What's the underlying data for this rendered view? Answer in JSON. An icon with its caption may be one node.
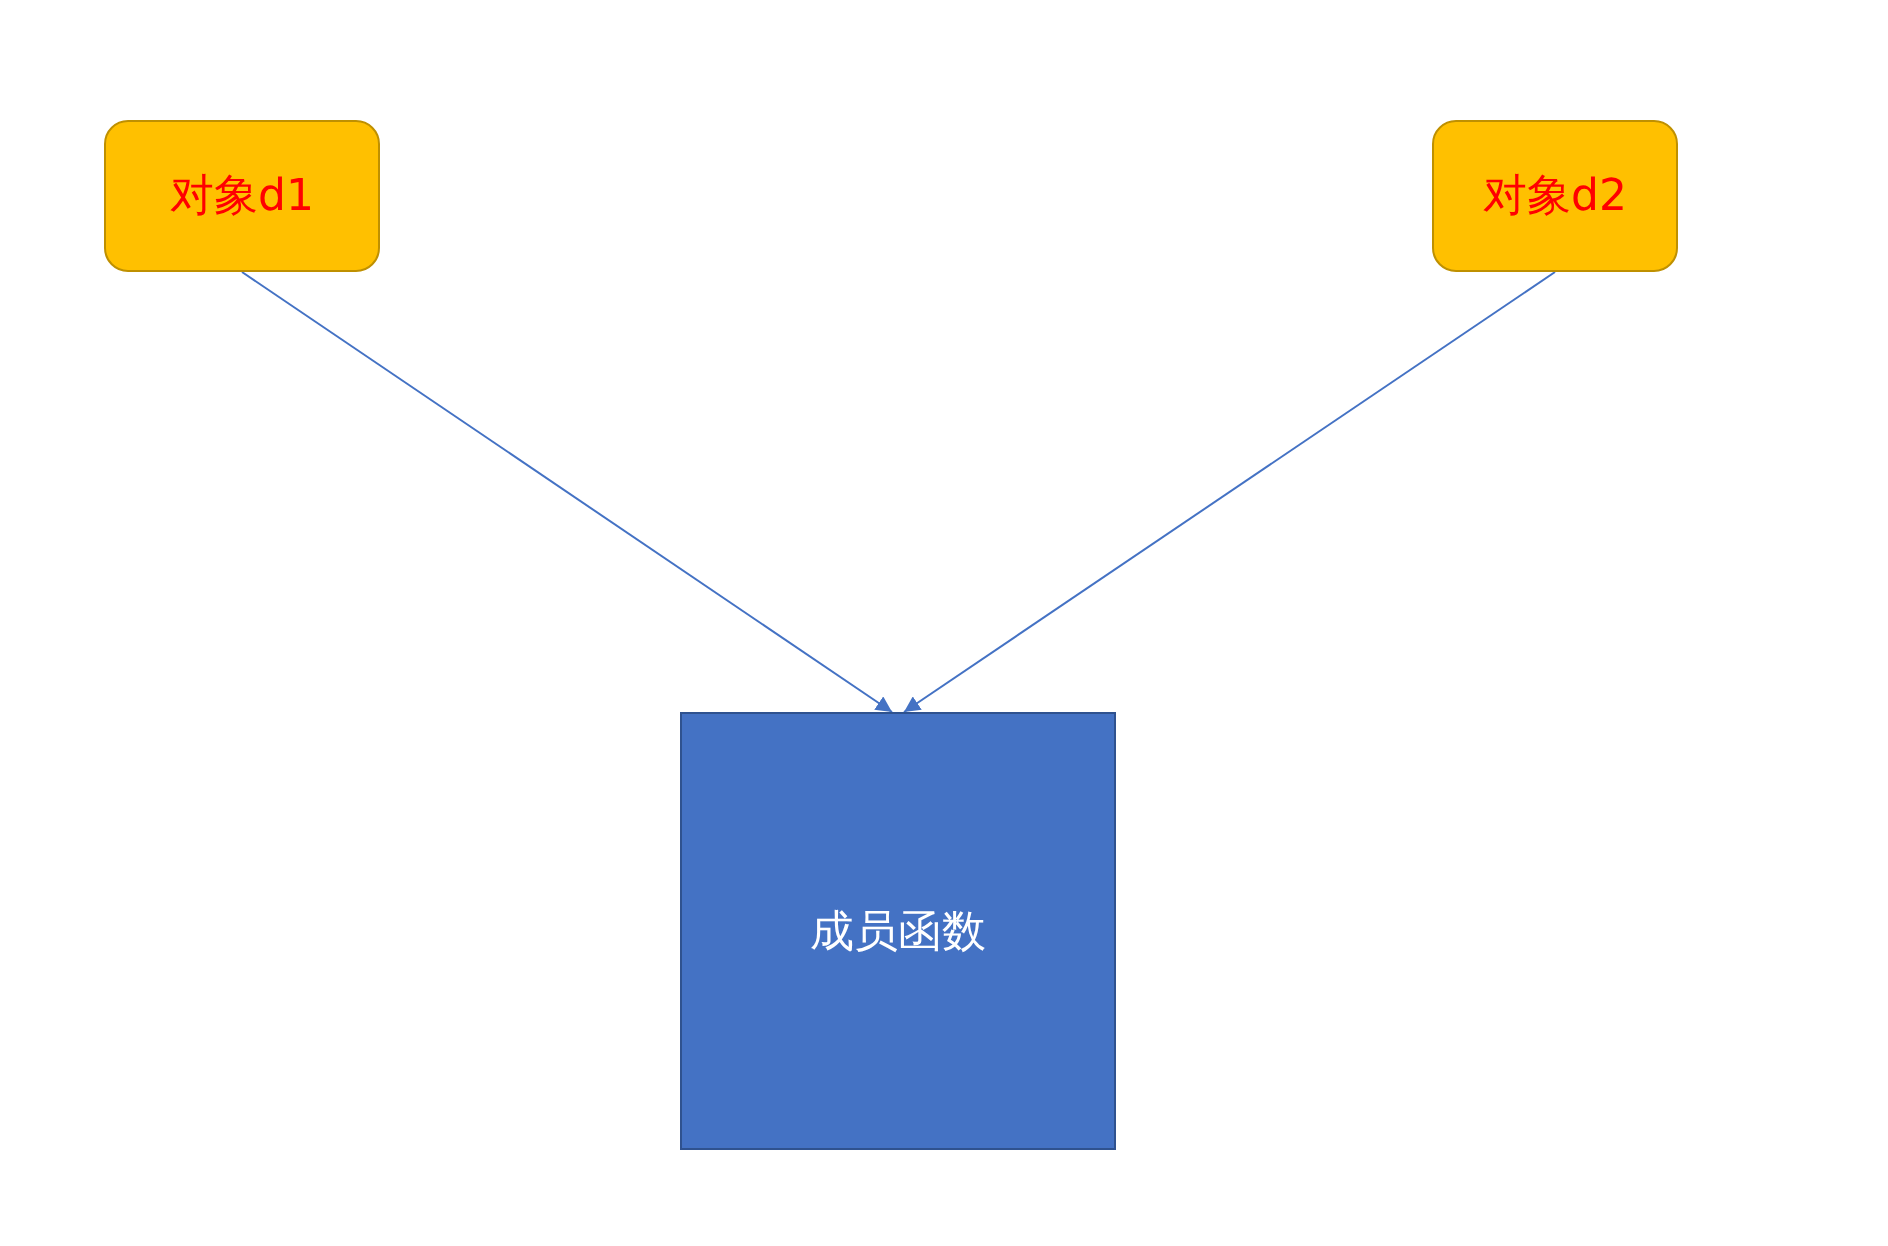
{
  "diagram": {
    "nodes": [
      {
        "text": [
          "对象d1"
        ]
      },
      {
        "text": [
          "对象d2"
        ]
      },
      {
        "text": [
          "成员函数"
        ]
      }
    ],
    "edges": [
      {
        "from": 0,
        "to": 2,
        "arrow": "to"
      },
      {
        "from": 1,
        "to": 2,
        "arrow": "to"
      }
    ]
  }
}
